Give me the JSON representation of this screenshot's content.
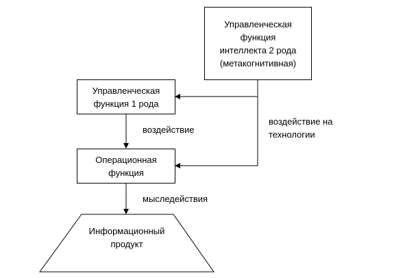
{
  "nodes": {
    "meta_function": {
      "lines": [
        "Управленческая",
        "функция",
        "интеллекта 2 рода",
        "(метакогнитивная)"
      ]
    },
    "first_order_function": {
      "lines": [
        "Управленческая",
        "функция 1 рода"
      ]
    },
    "operational_function": {
      "lines": [
        "Операционная",
        "функция"
      ]
    },
    "info_product": {
      "lines": [
        "Информационный",
        "продукт"
      ]
    }
  },
  "edges": {
    "impact": {
      "label": "воздействие"
    },
    "tech_impact": {
      "lines": [
        "воздействие на",
        "технологии"
      ]
    },
    "thought_actions": {
      "label": "мыследействия"
    }
  }
}
